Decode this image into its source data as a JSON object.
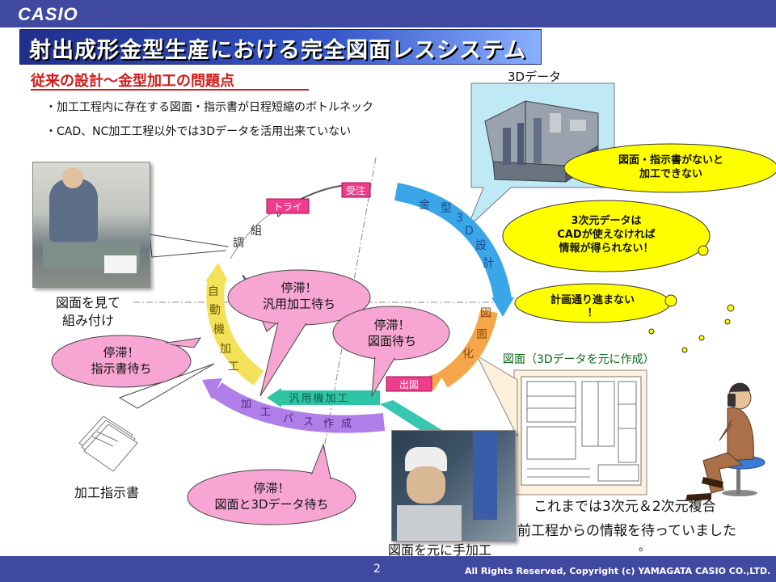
{
  "header": {
    "logo": "CASIO",
    "title": "射出成形金型生産における完全図面レスシステム"
  },
  "subtitle": "従来の設計～金型加工の問題点",
  "bullets": [
    "・加工工程内に存在する図面・指示書が日程短縮のボトルネック",
    "・CAD、NC加工工程以外では3Dデータを活用出来ていない"
  ],
  "cycle": {
    "steps": {
      "mold_3d_design": "金型3D設計",
      "drawing": "図面化",
      "general_machining": "汎用機加工",
      "toolpath": "加工パス作成",
      "auto_machining": "自動機加工",
      "assembly": "組調"
    },
    "badges": [
      "受注",
      "トライ",
      "出図"
    ]
  },
  "bubbles": {
    "general_wait": {
      "line1": "停滞！",
      "line2": "汎用加工待ち"
    },
    "drawing_wait": {
      "line1": "停滞！",
      "line2": "図面待ち"
    },
    "instruction_wait": {
      "line1": "停滞！",
      "line2": "指示書待ち"
    },
    "drawing_3d_wait": {
      "line1": "停滞！",
      "line2": "図面と3Dデータ待ち"
    }
  },
  "clouds": {
    "no_drawing": {
      "line1": "図面・指示書がないと",
      "line2": "加工できない"
    },
    "cad_only": {
      "line1": "3次元データは",
      "line2": "CADが使えなければ",
      "line3": "情報が得られない！"
    },
    "plan": {
      "line1": "計画通り進まない",
      "line2": "！"
    }
  },
  "labels": {
    "data_3d": "3Dデータ",
    "drawing_from_3d": "図面（3Dデータを元に作成）",
    "assembly_caption_1": "図面を見て",
    "assembly_caption_2": "組み付け",
    "instruction_doc": "加工指示書",
    "manual_machining": "図面を元に手加工",
    "conclusion_1": "これまでは3次元＆2次元複合",
    "conclusion_2": "前工程からの情報を待っていました",
    "conclusion_3": "。"
  },
  "footer": {
    "page": "2",
    "copyright": "All Rights Reserved, Copyright (c)  YAMAGATA CASIO CO.,LTD."
  },
  "colors": {
    "header_band": "#4049a0",
    "subtitle_red": "#d11a1a",
    "bubble_pink": "#f7a6d3",
    "cloud_yellow": "#ffff00"
  }
}
